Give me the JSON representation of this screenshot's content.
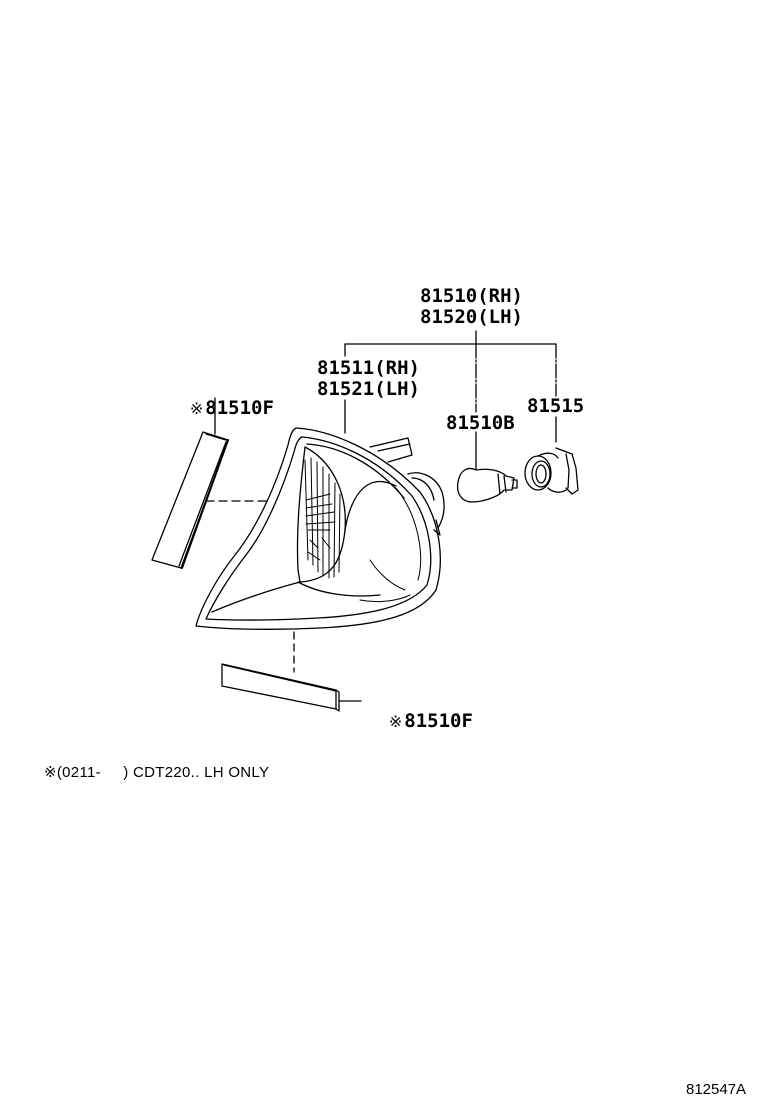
{
  "diagram": {
    "type": "exploded-parts-diagram",
    "subject": "Front turn signal / clearance lamp assembly",
    "callouts": {
      "assembly": {
        "line1": "81510(RH)",
        "line2": "81520(LH)"
      },
      "lens_housing": {
        "line1": "81511(RH)",
        "line2": "81521(LH)"
      },
      "bulb": {
        "label": "81510B"
      },
      "socket": {
        "label": "81515"
      },
      "reflector_upper": {
        "marker": "※",
        "label": "81510F"
      },
      "reflector_lower": {
        "marker": "※",
        "label": "81510F"
      }
    },
    "footnote": "※(0211-     ) CDT220.. LH ONLY",
    "illustration_code": "812547A"
  }
}
